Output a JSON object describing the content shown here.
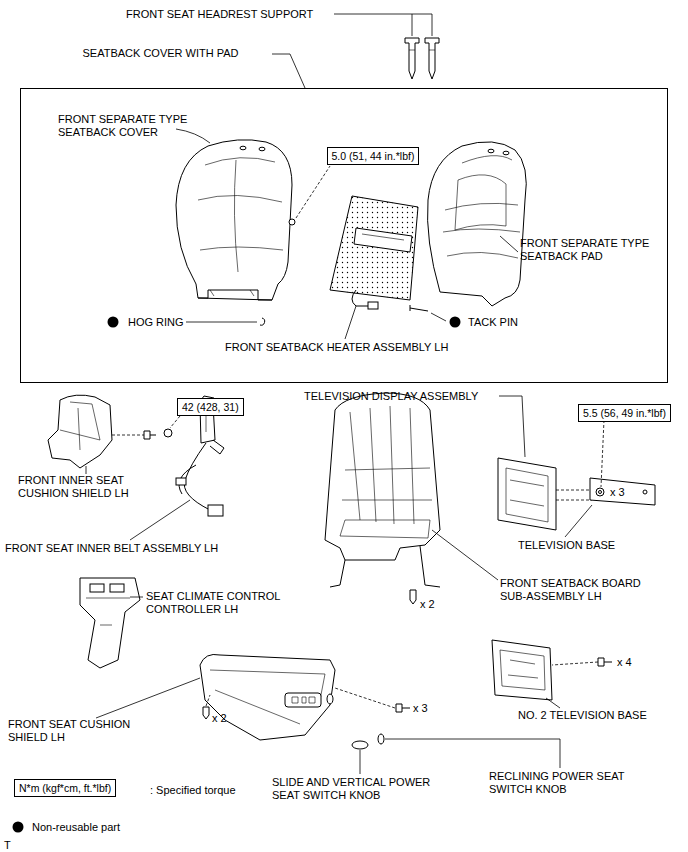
{
  "diagram": {
    "nodes": [
      {
        "text": [
          "SEATBACK COVER WITH PAD"
        ]
      },
      {
        "text": [
          "5.0 (51, 44 in.*lbf)"
        ],
        "in": 0
      },
      {
        "text": [
          "42 (428, 31)"
        ]
      },
      {
        "text": [
          "5.5 (56, 49 in.*lbf)"
        ]
      },
      {
        "text": [
          "N*m (kgf*cm, ft.*lbf)"
        ]
      }
    ],
    "labels": [
      "FRONT SEAT HEADREST SUPPORT",
      "FRONT SEPARATE TYPE SEATBACK COVER",
      "FRONT SEPARATE TYPE SEATBACK PAD",
      "HOG RING",
      "TACK PIN",
      "FRONT SEATBACK HEATER ASSEMBLY LH",
      "TELEVISION DISPLAY ASSEMBLY",
      "FRONT INNER SEAT CUSHION SHIELD LH",
      "FRONT SEAT INNER BELT ASSEMBLY LH",
      "TELEVISION BASE",
      "x 3",
      "FRONT SEATBACK BOARD SUB-ASSEMBLY LH",
      "x 2",
      "SEAT CLIMATE CONTROL CONTROLLER LH",
      "x 4",
      "NO. 2 TELEVISION BASE",
      "x 3",
      "FRONT SEAT CUSHION SHIELD LH",
      "x 2",
      "SLIDE AND VERTICAL POWER SEAT SWITCH KNOB",
      "RECLINING POWER SEAT SWITCH KNOB",
      "T"
    ],
    "legend": [
      {
        "text": ": Specified torque"
      },
      {
        "text": "Non-reusable part"
      }
    ]
  }
}
